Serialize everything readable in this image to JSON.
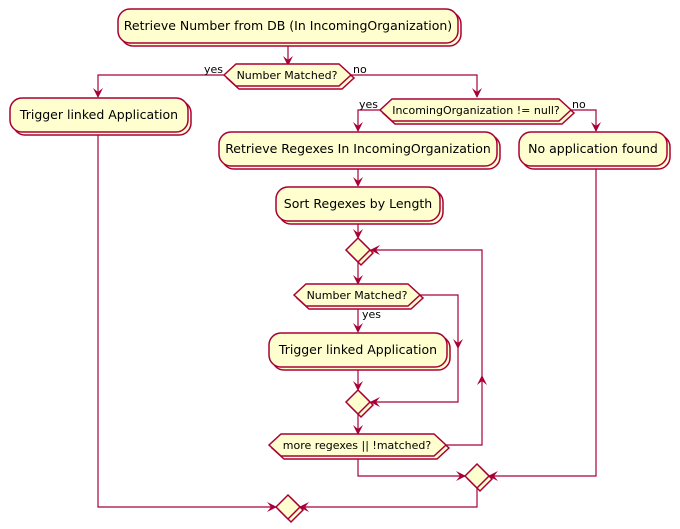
{
  "colors": {
    "fill": "#FEFECE",
    "stroke": "#A80036",
    "background": "#FFFFFF"
  },
  "activities": {
    "retrieve_number": "Retrieve Number from DB (In IncomingOrganization)",
    "trigger_left": "Trigger linked Application",
    "retrieve_regexes": "Retrieve Regexes In IncomingOrganization",
    "sort_regexes": "Sort Regexes by Length",
    "trigger_inner": "Trigger linked Application",
    "no_app": "No application found"
  },
  "conditions": {
    "number_matched_top": "Number Matched?",
    "org_not_null": "IncomingOrganization != null?",
    "number_matched_inner": "Number Matched?",
    "more_regexes": "more regexes || !matched?"
  },
  "branches": {
    "top_yes": "yes",
    "top_no": "no",
    "org_yes": "yes",
    "org_no": "no",
    "inner_yes": "yes"
  }
}
